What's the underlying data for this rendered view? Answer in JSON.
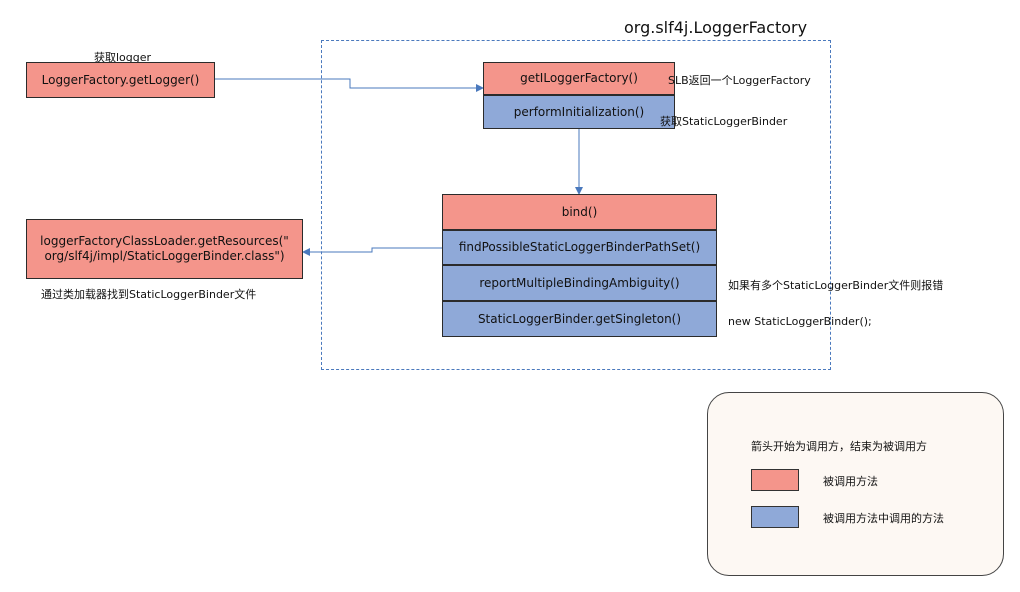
{
  "frame": {
    "title": "org.slf4j.LoggerFactory"
  },
  "caller": {
    "label": "获取logger",
    "box": "LoggerFactory.getLogger()"
  },
  "factory_group": {
    "get_factory": "getILoggerFactory()",
    "get_factory_note": "SLB返回一个LoggerFactory",
    "perform_init": "performInitialization()",
    "perform_init_note": "获取StaticLoggerBinder"
  },
  "bind_group": {
    "bind": "bind()",
    "find_paths": "findPossibleStaticLoggerBinderPathSet()",
    "report_multiple": "reportMultipleBindingAmbiguity()",
    "report_multiple_note": "如果有多个StaticLoggerBinder文件则报错",
    "get_singleton": "StaticLoggerBinder.getSingleton()",
    "get_singleton_note": "new StaticLoggerBinder();"
  },
  "resources": {
    "box_line1": "loggerFactoryClassLoader.getResources(\"",
    "box_line2": "org/slf4j/impl/StaticLoggerBinder.class\")",
    "note": "通过类加载器找到StaticLoggerBinder文件"
  },
  "legend": {
    "title": "箭头开始为调用方，结束为被调用方",
    "items": [
      {
        "label": "被调用方法",
        "color": "#f4958b"
      },
      {
        "label": "被调用方法中调用的方法",
        "color": "#8fa9d8"
      }
    ]
  },
  "colors": {
    "called_method": "#f4958b",
    "inner_call": "#8fa9d8",
    "connector": "#4a79bd"
  }
}
